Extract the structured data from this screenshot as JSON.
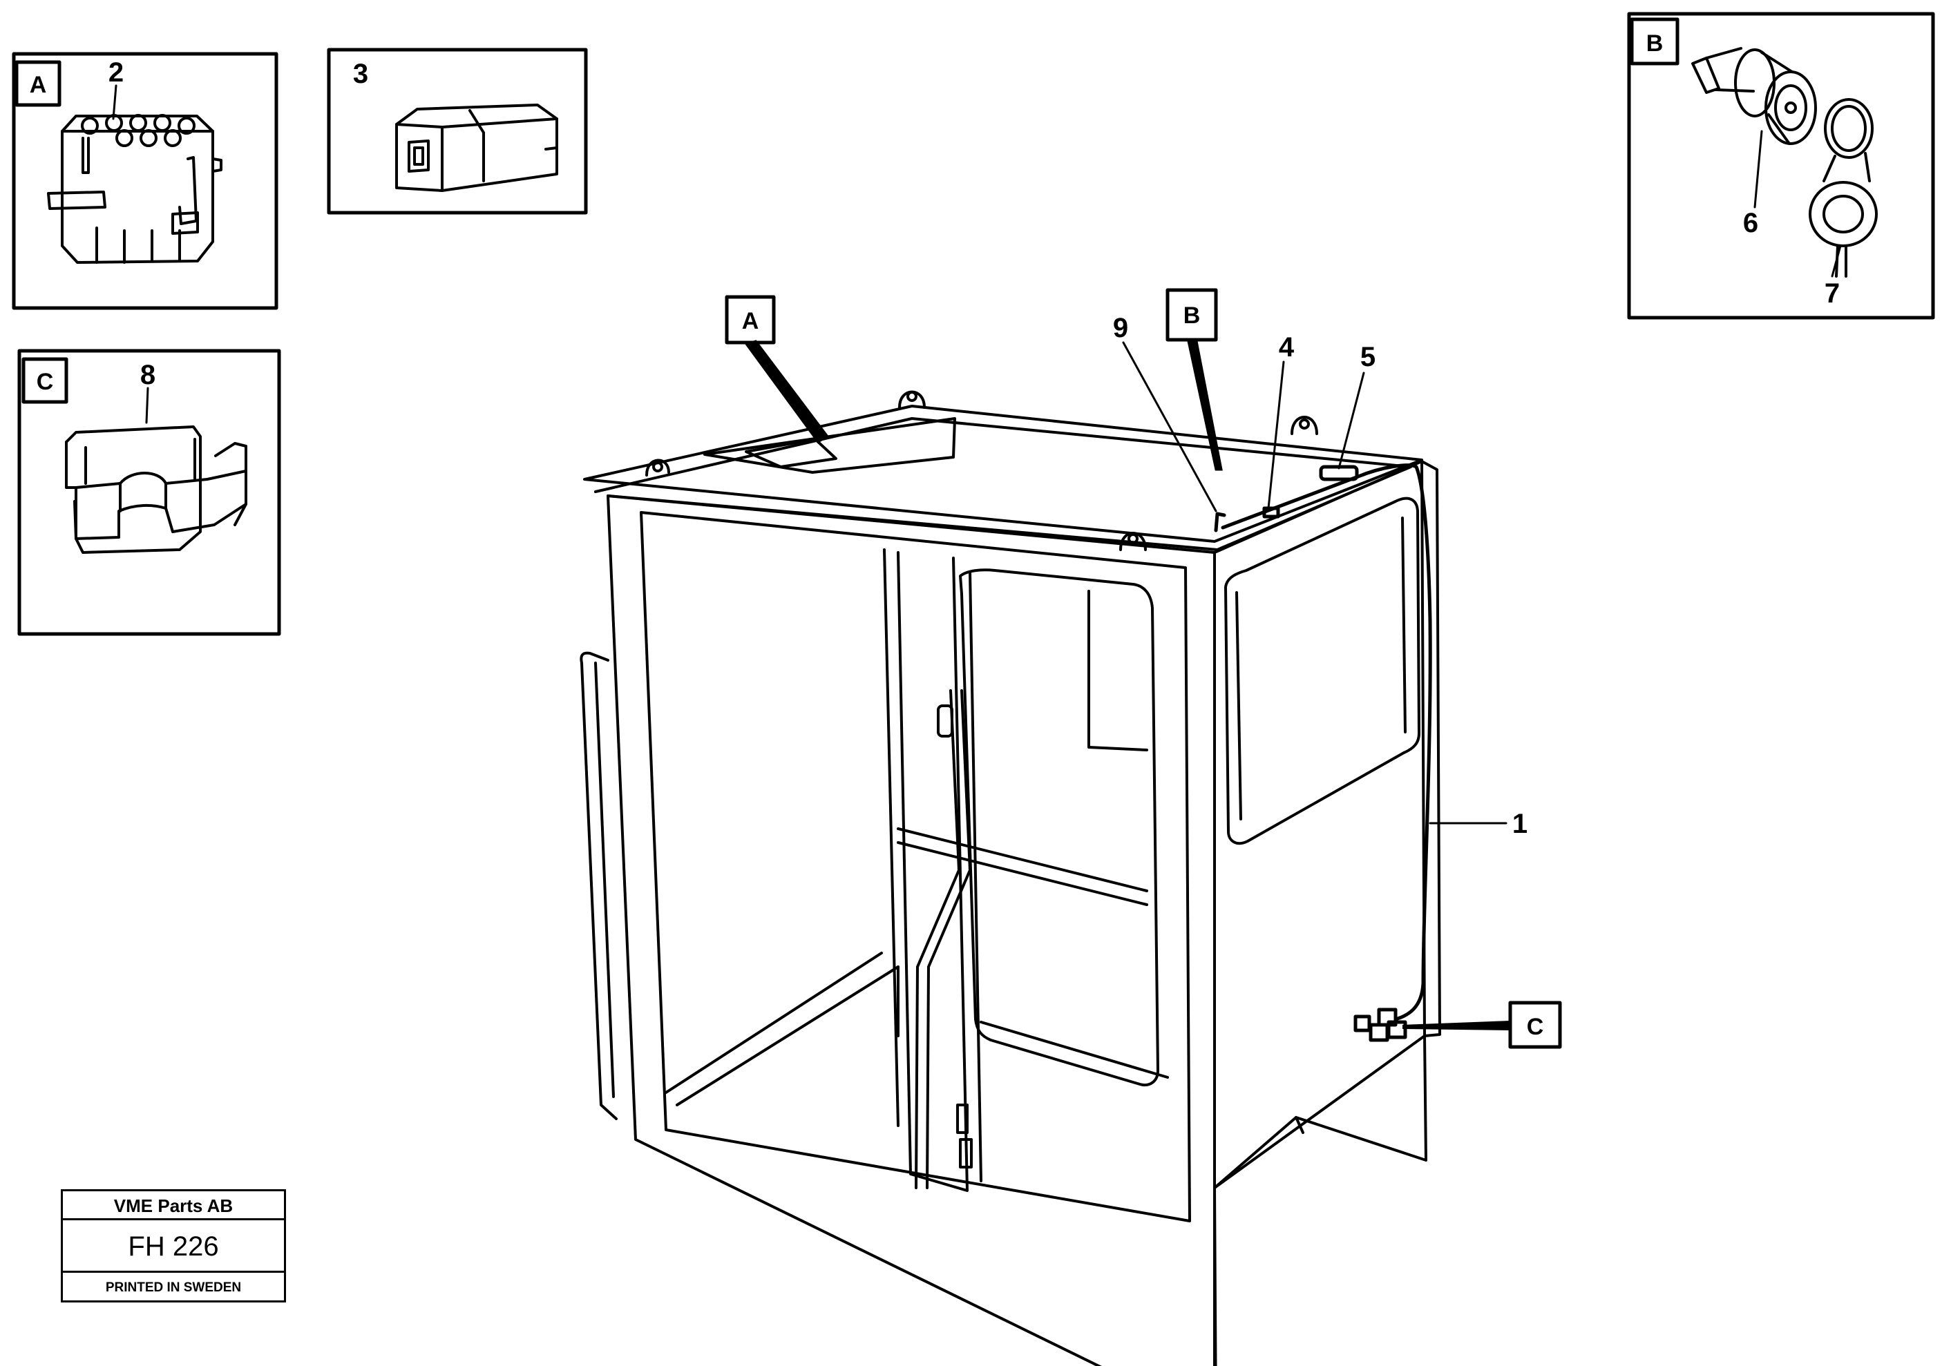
{
  "diagram": {
    "item_numbers": {
      "n1": "1",
      "n2": "2",
      "n3": "3",
      "n4": "4",
      "n5": "5",
      "n6": "6",
      "n7": "7",
      "n8": "8",
      "n9": "9"
    },
    "detail_tags": {
      "inset_a": "A",
      "inset_b": "B",
      "inset_c": "C",
      "callout_a": "A",
      "callout_b": "B",
      "callout_c": "C"
    }
  },
  "title_block": {
    "company": "VME Parts AB",
    "code": "FH 226",
    "printed": "PRINTED IN SWEDEN"
  }
}
